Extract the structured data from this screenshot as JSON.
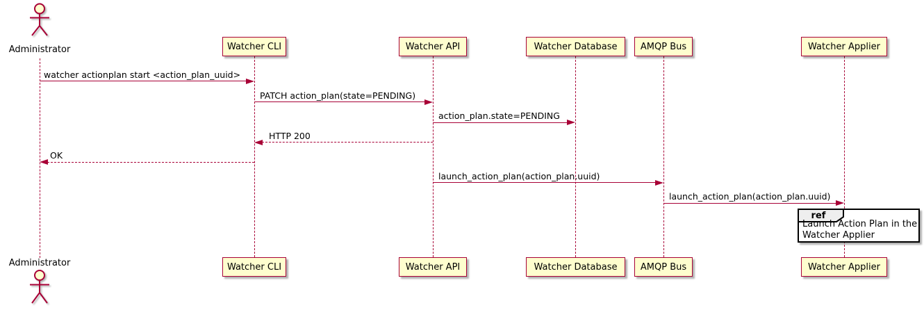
{
  "diagram": {
    "type": "plantuml-sequence-diagram",
    "actor": {
      "name": "Administrator"
    },
    "participants": [
      {
        "name": "Watcher CLI"
      },
      {
        "name": "Watcher API"
      },
      {
        "name": "Watcher Database"
      },
      {
        "name": "AMQP Bus"
      },
      {
        "name": "Watcher Applier"
      }
    ],
    "messages": [
      {
        "from": "Administrator",
        "to": "Watcher CLI",
        "text": "watcher actionplan start <action_plan_uuid>",
        "line": "solid"
      },
      {
        "from": "Watcher CLI",
        "to": "Watcher API",
        "text": "PATCH action_plan(state=PENDING)",
        "line": "solid"
      },
      {
        "from": "Watcher API",
        "to": "Watcher Database",
        "text": "action_plan.state=PENDING",
        "line": "solid"
      },
      {
        "from": "Watcher API",
        "to": "Watcher CLI",
        "text": "HTTP 200",
        "line": "dashed"
      },
      {
        "from": "Watcher CLI",
        "to": "Administrator",
        "text": "OK",
        "line": "dashed"
      },
      {
        "from": "Watcher API",
        "to": "AMQP Bus",
        "text": "launch_action_plan(action_plan.uuid)",
        "line": "solid"
      },
      {
        "from": "AMQP Bus",
        "to": "Watcher Applier",
        "text": "launch_action_plan(action_plan.uuid)",
        "line": "solid"
      }
    ],
    "ref": {
      "keyword": "ref",
      "over": "Watcher Applier",
      "text_line1": "Launch Action Plan in the",
      "text_line2": "Watcher Applier"
    },
    "colors": {
      "participant_fill": "#FEFECE",
      "participant_border": "#A80036",
      "lifeline": "#A80036",
      "arrow": "#A80036",
      "text": "#000000",
      "ref_header_fill": "#EEEEEE",
      "ref_border": "#000000",
      "background": "#FFFFFF"
    }
  }
}
